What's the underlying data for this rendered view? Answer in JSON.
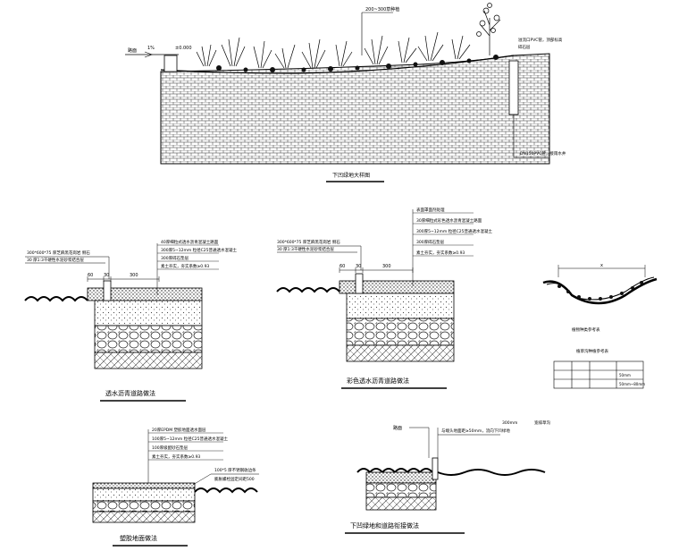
{
  "main_section": {
    "title": "下凹绿地大样图",
    "top_label": "200~300草种植",
    "elev_label": "±0.000",
    "road_label": "路面",
    "road_slope": "1%",
    "right_labels": [
      "溢流口PVC管，顶部标高",
      "碎石层"
    ],
    "pipe_label": "DN150PVC管，接雨水井"
  },
  "detail_1": {
    "title": "透水沥青道路做法",
    "left_labels": [
      "300*600*75 厚芝麻黑花岗岩 侧石",
      "30 厚1:3干硬性水泥砂浆结合层"
    ],
    "layer_labels": [
      "40厚细粒式透水沥青混凝土路面",
      "300厚5~12mm 粒径C25普通透水混凝土",
      "300厚碎石垫层",
      "素土夯实，夯实系数≥0.93"
    ],
    "dims": [
      "60",
      "30",
      "300"
    ]
  },
  "detail_2": {
    "title": "彩色透水沥青道路做法",
    "left_labels": [
      "300*600*75 厚芝麻黑花岗岩 侧石",
      "30 厚1:3干硬性水泥砂浆结合层"
    ],
    "layer_labels": [
      "表面罩面剂处理",
      "30厚细粒式彩色透水沥青混凝土路面",
      "300厚5~12mm 粒径C25普通透水混凝土",
      "300厚碎石垫层",
      "素土夯实，夯实系数≥0.93"
    ],
    "dims": [
      "60",
      "30",
      "300"
    ]
  },
  "detail_3": {
    "title": "塑胶地面做法",
    "layer_labels": [
      "20厚EPDM 塑胶地面透水面层",
      "100厚5~12mm 粒径C25普通透水混凝土",
      "100厚级配砂石垫层",
      "素土夯实，夯实系数≥0.93"
    ],
    "right_labels": [
      "100*5 厚不锈钢收边条",
      "膨胀螺栓固定间距500"
    ]
  },
  "detail_4": {
    "title": "下凹绿地和道路衔接做法",
    "left_label": "路面",
    "top_labels": [
      "300mm",
      "宽排草沟"
    ],
    "middle_label": "与端头地面距≥50mm，流向下凹绿地"
  },
  "side_section": {
    "title": "植物种类参考表",
    "dim_label": "x",
    "table_title": "植草沟种植参考表",
    "table_rows": [
      [
        "",
        "",
        ""
      ],
      [
        "",
        "",
        "50mm"
      ],
      [
        "",
        "",
        "50mm~80mm"
      ]
    ]
  }
}
